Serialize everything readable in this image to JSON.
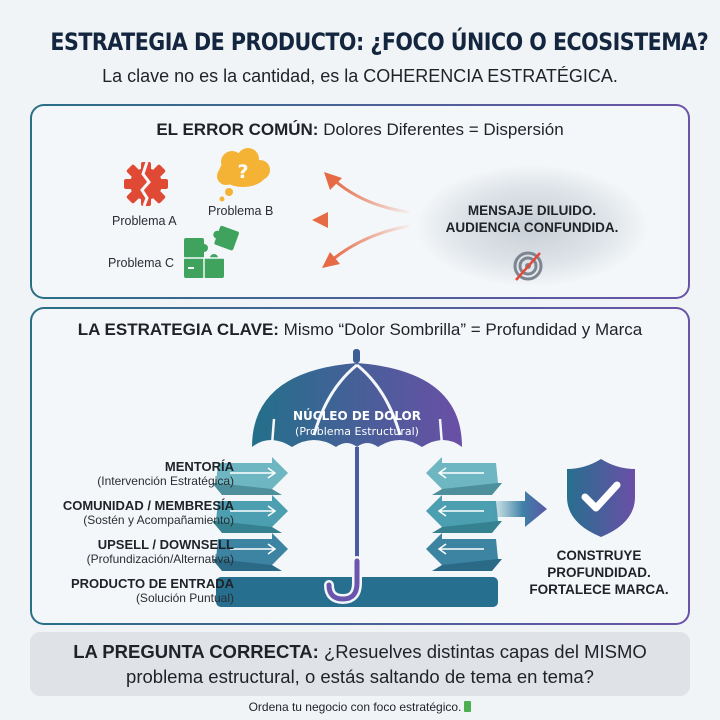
{
  "header": {
    "title": "ESTRATEGIA DE PRODUCTO: ¿FOCO ÚNICO O ECOSISTEMA?",
    "subtitle": "La clave no es la cantidad, es la COHERENCIA ESTRATÉGICA."
  },
  "error_section": {
    "heading_bold": "EL ERROR COMÚN:",
    "heading_rest": " Dolores Diferentes = Dispersión",
    "problems": [
      {
        "label": "Problema A",
        "icon": "broken-gear-icon",
        "color": "#e04a35"
      },
      {
        "label": "Problema B",
        "icon": "thought-cloud-question-icon",
        "color": "#f5b335"
      },
      {
        "label": "Problema C",
        "icon": "puzzle-pieces-icon",
        "color": "#3fa35e"
      }
    ],
    "diluted_line1": "MENSAJE DILUIDO.",
    "diluted_line2": "AUDIENCIA CONFUNDIDA.",
    "arrow_color": "#e56a45",
    "crossed_target_icon": "crossed-target-icon"
  },
  "strategy_section": {
    "heading_bold": "LA ESTRATEGIA CLAVE:",
    "heading_rest": " Mismo “Dolor Sombrilla” = Profundidad y Marca",
    "umbrella": {
      "title": "NÚCLEO DE DOLOR",
      "subtitle": "(Problema Estructural)"
    },
    "layers": [
      {
        "title": "MENTORÍA",
        "subtitle": "(Intervención Estratégica)",
        "color": "#6db6c2"
      },
      {
        "title": "COMUNIDAD / MEMBRESÍA",
        "subtitle": "(Sostén y Acompañamiento)",
        "color": "#4c9fb1"
      },
      {
        "title": "UPSELL / DOWNSELL",
        "subtitle": "(Profundización/Alternativa)",
        "color": "#3d84a3"
      },
      {
        "title": "PRODUCTO DE ENTRADA",
        "subtitle": "(Solución Puntual)",
        "color": "#276f8f"
      }
    ],
    "result_line1": "CONSTRUYE",
    "result_line2": "PROFUNDIDAD.",
    "result_line3": "FORTALECE MARCA."
  },
  "question": {
    "bold": "LA PREGUNTA CORRECTA:",
    "line1_rest": " ¿Resuelves distintas capas del MISMO",
    "line2": "problema estructural, o estás saltando de tema en tema?"
  },
  "footer": {
    "text": "Ordena tu negocio con foco estratégico."
  },
  "colors": {
    "title": "#14263f",
    "border_start": "#2a6f86",
    "border_end": "#6a54a8",
    "umbrella_start": "#23708a",
    "umbrella_end": "#6a4fa6"
  }
}
